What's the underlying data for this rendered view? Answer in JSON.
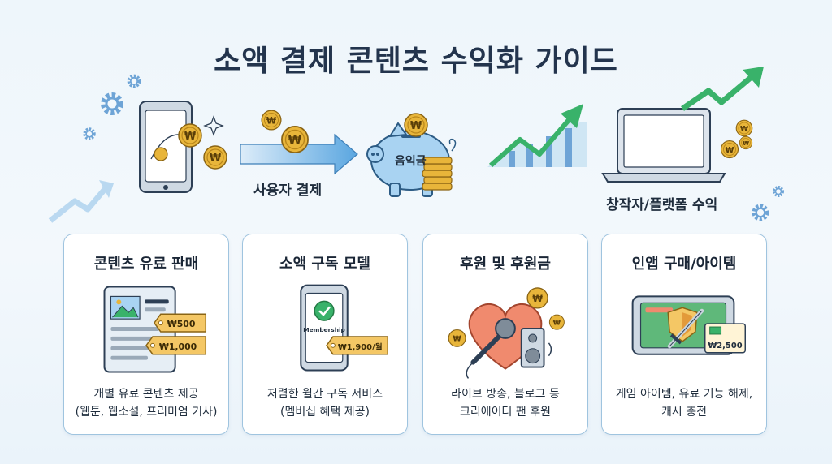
{
  "title": "소액 결제 콘텐츠 수익화 가이드",
  "flow": {
    "payment_label": "사용자 결제",
    "piggy_label": "음익금",
    "revenue_label": "창작자/플랫폼 수익",
    "coin_symbol": "₩"
  },
  "cards": [
    {
      "title": "콘텐츠 유료 판매",
      "price_tags": [
        "₩500",
        "₩1,000"
      ],
      "desc_lines": [
        "개별 유료 콘텐츠 제공",
        "(웹툰, 웹소설, 프리미엄 기사)"
      ]
    },
    {
      "title": "소액 구독 모델",
      "phone_text": "Membership",
      "price_tags": [
        "₩1,900/월"
      ],
      "desc_lines": [
        "저렴한 월간 구독 서비스",
        "(멤버십 혜택 제공)"
      ]
    },
    {
      "title": "후원 및 후원금",
      "desc_lines": [
        "라이브 방송, 블로그 등",
        "크리에이터 팬 후원"
      ]
    },
    {
      "title": "인앱 구매/아이템",
      "price_tags": [
        "₩2,500"
      ],
      "desc_lines": [
        "게임 아이템, 유료 기능 해제,",
        "캐시 충전"
      ]
    }
  ],
  "colors": {
    "coin": "#e8b53a",
    "coin_dark": "#b9861a",
    "arrow_blue": "#5aa6e0",
    "chart_green": "#39b26a",
    "card_border": "#9fc4df"
  }
}
